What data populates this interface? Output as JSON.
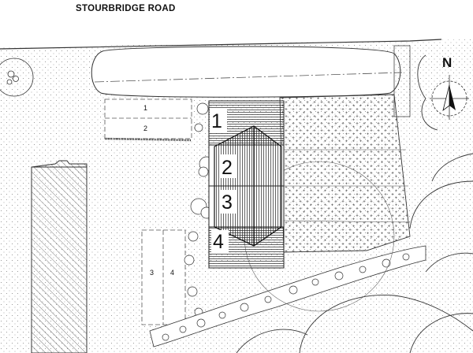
{
  "map": {
    "road_name": "STOURBRIDGE ROAD",
    "north_label": "N",
    "plots": [
      {
        "id": "plot-1",
        "label": "1"
      },
      {
        "id": "plot-2",
        "label": "2"
      },
      {
        "id": "plot-3",
        "label": "3"
      },
      {
        "id": "plot-4",
        "label": "4"
      }
    ],
    "parking_spaces": [
      {
        "id": "parking-1",
        "label": "1"
      },
      {
        "id": "parking-2",
        "label": "2"
      },
      {
        "id": "parking-3",
        "label": "3"
      },
      {
        "id": "parking-4",
        "label": "4"
      }
    ]
  }
}
